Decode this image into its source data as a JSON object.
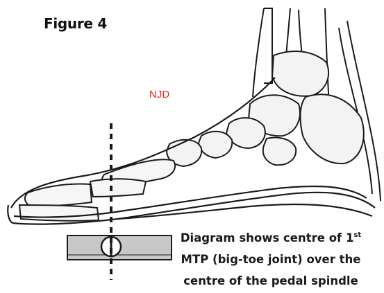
{
  "figure": {
    "title": "Figure 4",
    "signature": "NJD"
  },
  "caption": {
    "line1_main": "Diagram shows centre of 1",
    "line1_sup": "st",
    "line2": "MTP (big-toe joint) over the",
    "line3": "centre of the pedal spindle"
  },
  "colors": {
    "signature": "#e8271c",
    "pedal_fill": "#c8c8c8",
    "ink": "#1a1a1a"
  }
}
